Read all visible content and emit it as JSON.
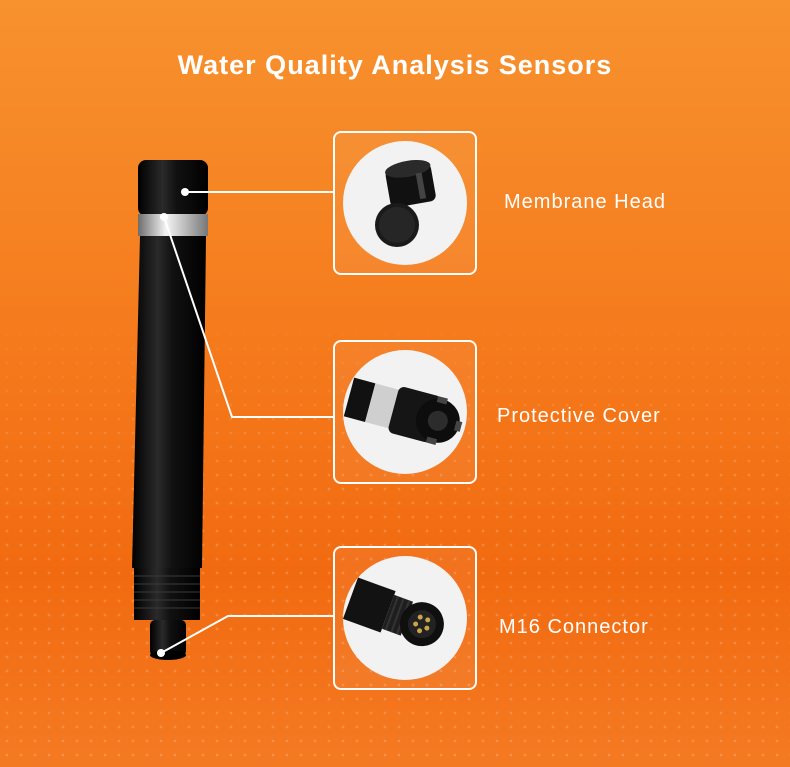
{
  "title": "Water Quality Analysis Sensors",
  "parts": [
    {
      "label": "Membrane Head",
      "icon": "membrane-head-photo"
    },
    {
      "label": "Protective Cover",
      "icon": "protective-cover-photo"
    },
    {
      "label": "M16 Connector",
      "icon": "m16-connector-photo"
    }
  ],
  "colors": {
    "background": "#f57a1c",
    "accent": "#ffffff",
    "sensor_body": "#0b0b0b"
  }
}
